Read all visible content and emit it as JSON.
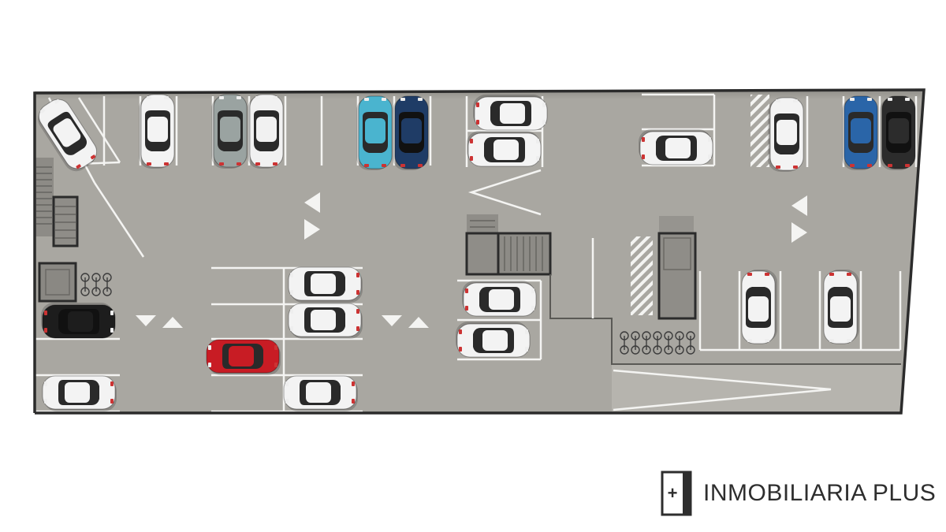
{
  "brand": {
    "name": "INMOBILIARIA PLUS",
    "mark_symbol": "+",
    "colors": {
      "text": "#2e2e2e",
      "floor": "#a9a7a1",
      "wall": "#2b2b2b",
      "markings": "#f4f4f2"
    }
  },
  "plan": {
    "cars": [
      {
        "color": "#f3f3f3",
        "dir": "down"
      },
      {
        "color": "#f3f3f3",
        "dir": "down"
      },
      {
        "color": "#9aa3a1",
        "dir": "down"
      },
      {
        "color": "#f1f1f1",
        "dir": "down"
      },
      {
        "color": "#4ab4cf",
        "dir": "down"
      },
      {
        "color": "#1f3c66",
        "dir": "down"
      },
      {
        "color": "#f4f4f4",
        "dir": "left"
      },
      {
        "color": "#f4f4f4",
        "dir": "left"
      },
      {
        "color": "#f3f3f3",
        "dir": "left"
      },
      {
        "color": "#f3f3f3",
        "dir": "down"
      },
      {
        "color": "#2a65a8",
        "dir": "down"
      },
      {
        "color": "#2c2c2c",
        "dir": "down"
      },
      {
        "color": "#f3f3f3",
        "dir": "right"
      },
      {
        "color": "#f3f3f3",
        "dir": "right"
      },
      {
        "color": "#1d1d1d",
        "dir": "left"
      },
      {
        "color": "#f3f3f3",
        "dir": "right"
      },
      {
        "color": "#c81c24",
        "dir": "right"
      },
      {
        "color": "#f3f3f3",
        "dir": "right"
      },
      {
        "color": "#f3f3f3",
        "dir": "left"
      },
      {
        "color": "#f3f3f3",
        "dir": "left"
      },
      {
        "color": "#f3f3f3",
        "dir": "up"
      },
      {
        "color": "#f3f3f3",
        "dir": "up"
      }
    ]
  }
}
